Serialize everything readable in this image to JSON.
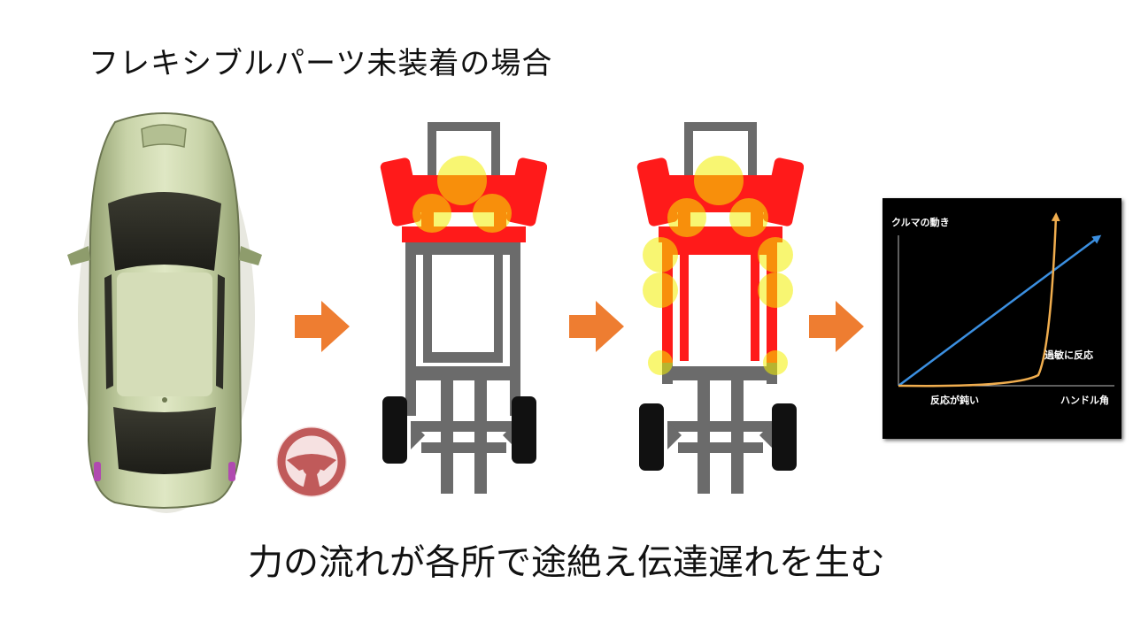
{
  "slide": {
    "title": "フレキシブルパーツ未装着の場合",
    "caption": "力の流れが各所で途絶え伝達遅れを生む"
  },
  "graph": {
    "y_axis_label": "クルマの動き",
    "x_axis_label": "ハンドル角",
    "annotation_oversensitive": "過敏に反応",
    "annotation_sluggish": "反応が鈍い",
    "series": [
      {
        "color": "#3b8fe0"
      },
      {
        "color": "#f0ad4e"
      }
    ]
  },
  "colors": {
    "arrow": "#ee7d31",
    "frame_gray": "#6b6b6b",
    "stress_red": "#ff1a1a",
    "highlight_yellow": "#f4f000",
    "tire_black": "#111111",
    "car_body": "#c7d2a8"
  }
}
